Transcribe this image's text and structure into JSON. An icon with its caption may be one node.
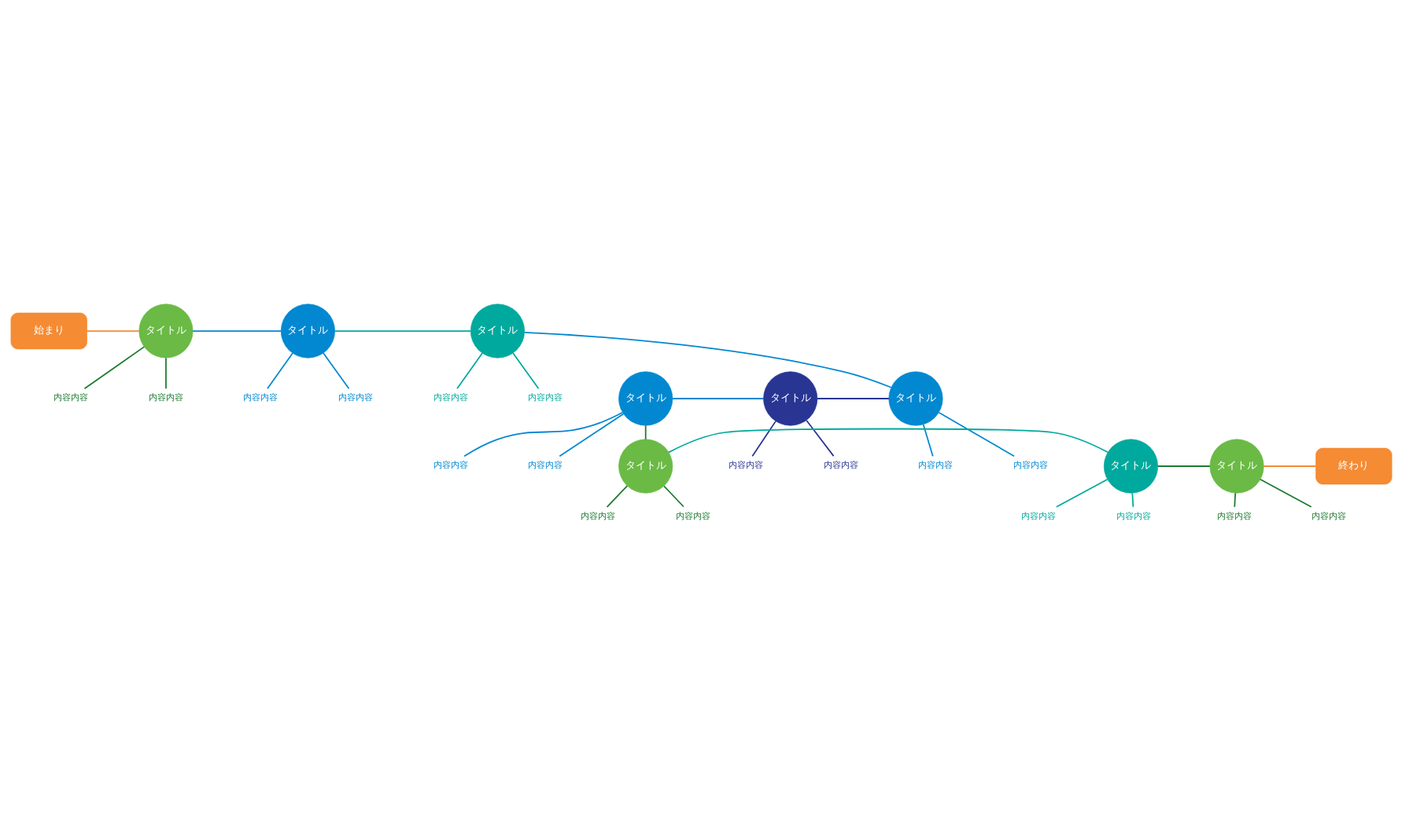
{
  "diagram": {
    "nodes": [
      {
        "text": [
          "始まり"
        ]
      },
      {
        "text": [
          "タイトル"
        ]
      },
      {
        "text": [
          "内容内容"
        ]
      },
      {
        "text": [
          "内容内容"
        ]
      },
      {
        "text": [
          "タイトル"
        ]
      },
      {
        "text": [
          "内容内容"
        ]
      },
      {
        "text": [
          "内容内容"
        ]
      },
      {
        "text": [
          "タイトル"
        ]
      },
      {
        "text": [
          "内容内容"
        ]
      },
      {
        "text": [
          "内容内容"
        ]
      },
      {
        "text": [
          "タイトル"
        ]
      },
      {
        "text": [
          "内容内容"
        ]
      },
      {
        "text": [
          "内容内容"
        ]
      },
      {
        "text": [
          "タイトル"
        ]
      },
      {
        "text": [
          "内容内容"
        ]
      },
      {
        "text": [
          "内容内容"
        ]
      },
      {
        "text": [
          "タイトル"
        ]
      },
      {
        "text": [
          "内容内容"
        ]
      },
      {
        "text": [
          "内容内容"
        ]
      },
      {
        "text": [
          "タイトル"
        ]
      },
      {
        "text": [
          "内容内容"
        ]
      },
      {
        "text": [
          "内容内容"
        ]
      },
      {
        "text": [
          "タイトル"
        ]
      },
      {
        "text": [
          "内容内容"
        ]
      },
      {
        "text": [
          "内容内容"
        ]
      },
      {
        "text": [
          "タイトル"
        ]
      },
      {
        "text": [
          "内容内容"
        ]
      },
      {
        "text": [
          "内容内容"
        ]
      },
      {
        "text": [
          "終わり"
        ]
      }
    ],
    "edges": [
      {
        "from": 0,
        "to": 1,
        "arrow": "none",
        "color": "#f58b33"
      },
      {
        "from": 1,
        "to": 4,
        "arrow": "none",
        "color": "#0288d1"
      },
      {
        "from": 4,
        "to": 7,
        "arrow": "none",
        "color": "#00a99d"
      },
      {
        "from": 7,
        "to": 16,
        "arrow": "none",
        "color": "#0288d1"
      },
      {
        "from": 16,
        "to": 13,
        "arrow": "none",
        "color": "#283593"
      },
      {
        "from": 13,
        "to": 10,
        "arrow": "none",
        "color": "#0288d1"
      },
      {
        "from": 10,
        "to": 19,
        "arrow": "none",
        "color": "#1b7a2f"
      },
      {
        "from": 19,
        "to": 22,
        "arrow": "none",
        "color": "#00a99d"
      },
      {
        "from": 22,
        "to": 25,
        "arrow": "none",
        "color": "#1b7a2f"
      },
      {
        "from": 25,
        "to": 28,
        "arrow": "none",
        "color": "#f58b33"
      },
      {
        "from": 1,
        "to": 2,
        "arrow": "none",
        "color": "#1b7a2f"
      },
      {
        "from": 1,
        "to": 3,
        "arrow": "none",
        "color": "#1b7a2f"
      },
      {
        "from": 4,
        "to": 5,
        "arrow": "none",
        "color": "#0288d1"
      },
      {
        "from": 4,
        "to": 6,
        "arrow": "none",
        "color": "#0288d1"
      },
      {
        "from": 7,
        "to": 8,
        "arrow": "none",
        "color": "#00a99d"
      },
      {
        "from": 7,
        "to": 9,
        "arrow": "none",
        "color": "#00a99d"
      },
      {
        "from": 10,
        "to": 11,
        "arrow": "none",
        "color": "#0288d1"
      },
      {
        "from": 10,
        "to": 12,
        "arrow": "none",
        "color": "#0288d1"
      },
      {
        "from": 13,
        "to": 14,
        "arrow": "none",
        "color": "#283593"
      },
      {
        "from": 13,
        "to": 15,
        "arrow": "none",
        "color": "#283593"
      },
      {
        "from": 16,
        "to": 17,
        "arrow": "none",
        "color": "#0288d1"
      },
      {
        "from": 16,
        "to": 18,
        "arrow": "none",
        "color": "#0288d1"
      },
      {
        "from": 19,
        "to": 20,
        "arrow": "none",
        "color": "#1b7a2f"
      },
      {
        "from": 19,
        "to": 21,
        "arrow": "none",
        "color": "#1b7a2f"
      },
      {
        "from": 22,
        "to": 23,
        "arrow": "none",
        "color": "#00a99d"
      },
      {
        "from": 22,
        "to": 24,
        "arrow": "none",
        "color": "#00a99d"
      },
      {
        "from": 25,
        "to": 26,
        "arrow": "none",
        "color": "#1b7a2f"
      },
      {
        "from": 25,
        "to": 27,
        "arrow": "none",
        "color": "#1b7a2f"
      }
    ]
  }
}
